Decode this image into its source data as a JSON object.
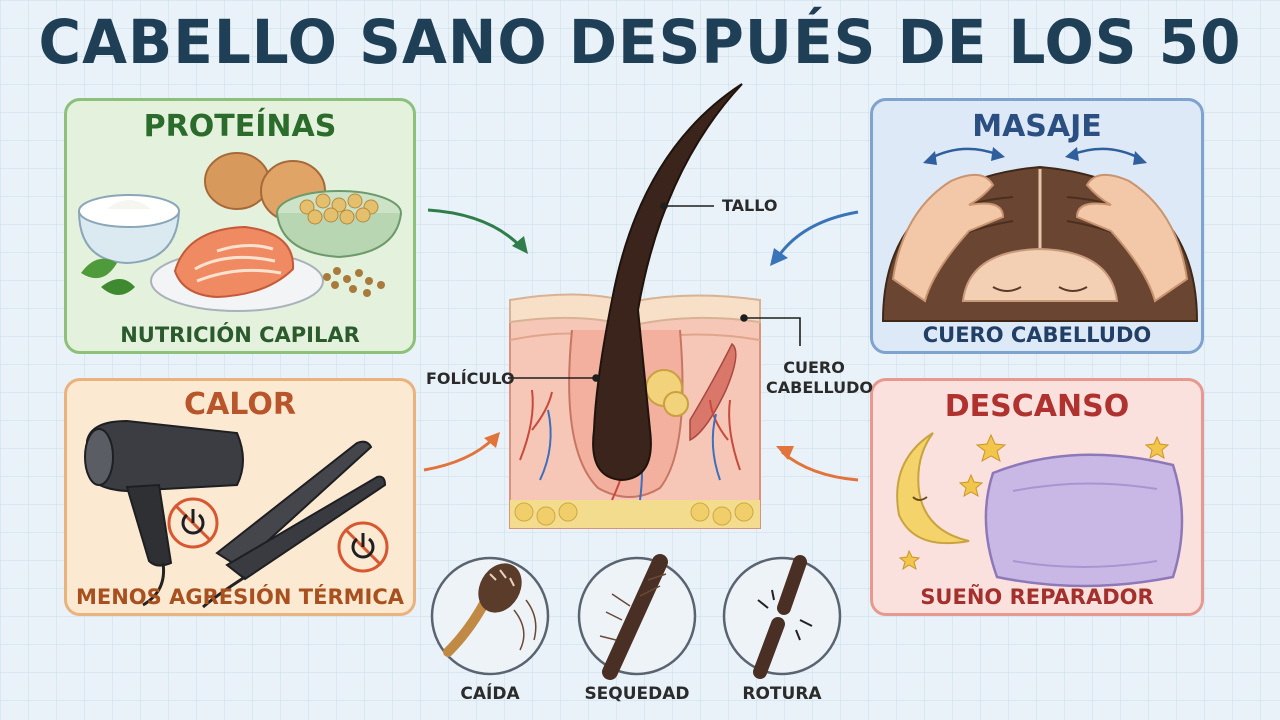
{
  "title": "CABELLO SANO DESPUÉS DE LOS 50",
  "panels": {
    "proteinas": {
      "heading": "PROTEÍNAS",
      "caption": "NUTRICIÓN CAPILAR"
    },
    "calor": {
      "heading": "CALOR",
      "caption": "MENOS AGRESIÓN TÉRMICA"
    },
    "masaje": {
      "heading": "MASAJE",
      "caption": "CUERO CABELLUDO"
    },
    "descanso": {
      "heading": "DESCANSO",
      "caption": "SUEÑO REPARADOR"
    }
  },
  "diagram": {
    "tallo": "TALLO",
    "foliculo": "FOLÍCULO",
    "cuero_line1": "CUERO",
    "cuero_line2": "CABELLUDO"
  },
  "problems": [
    {
      "label": "CAÍDA"
    },
    {
      "label": "SEQUEDAD"
    },
    {
      "label": "ROTURA"
    }
  ],
  "colors": {
    "proteinas_arrow": "#2f7d4a",
    "masaje_arrow": "#3a74b8",
    "calor_arrow": "#e2733a",
    "descanso_arrow": "#e2733a"
  }
}
